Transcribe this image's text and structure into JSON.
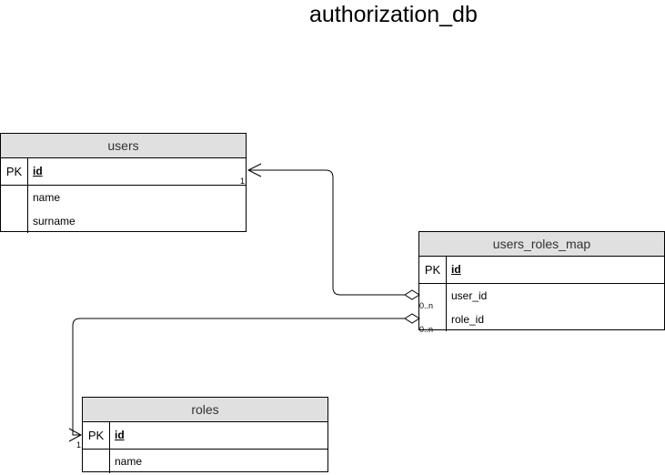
{
  "diagram": {
    "title": "authorization_db"
  },
  "entities": {
    "users": {
      "name": "users",
      "pk_label": "PK",
      "pk_field": "id",
      "fields": [
        "name",
        "surname"
      ]
    },
    "users_roles_map": {
      "name": "users_roles_map",
      "pk_label": "PK",
      "pk_field": "id",
      "fields": [
        "user_id",
        "role_id"
      ]
    },
    "roles": {
      "name": "roles",
      "pk_label": "PK",
      "pk_field": "id",
      "fields": [
        "name"
      ]
    }
  },
  "relations": {
    "users_to_map": {
      "one_end": "1",
      "many_end": "0..n"
    },
    "roles_to_map": {
      "one_end": "1",
      "many_end": "0..n"
    }
  },
  "colors": {
    "header_bg": "#e0e0e0",
    "border": "#000000",
    "text": "#000000"
  }
}
